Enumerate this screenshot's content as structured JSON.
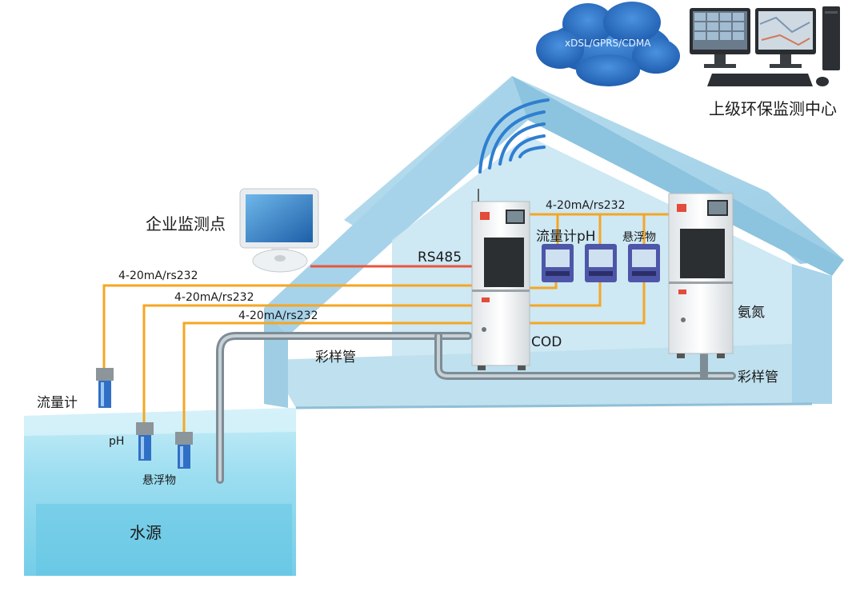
{
  "network": {
    "cloud_label": "xDSL/GPRS/CDMA"
  },
  "center": {
    "label": "上级环保监测中心"
  },
  "enterprise": {
    "label": "企业监测点"
  },
  "links": {
    "rs485": "RS485",
    "top_bus": "4-20mA/rs232",
    "flow_line": "4-20mA/rs232",
    "ph_line": "4-20mA/rs232",
    "ss_line": "4-20mA/rs232"
  },
  "instruments": {
    "cod": "COD",
    "ammonia": "氨氮",
    "meter_flow_ph": "流量计pH",
    "meter_ss": "悬浮物"
  },
  "pipes": {
    "sampling_left": "彩样管",
    "sampling_right": "彩样管"
  },
  "sensors": {
    "flow": "流量计",
    "ph": "pH",
    "ss": "悬浮物"
  },
  "water": {
    "label": "水源"
  },
  "colors": {
    "signal_line": "#f5a623",
    "rs485_line": "#e8563c",
    "pipe": "#8a9aa3",
    "house_wall": "#b9dcec",
    "water": "#7fd3ea",
    "cloud": "#2a6fc4"
  }
}
